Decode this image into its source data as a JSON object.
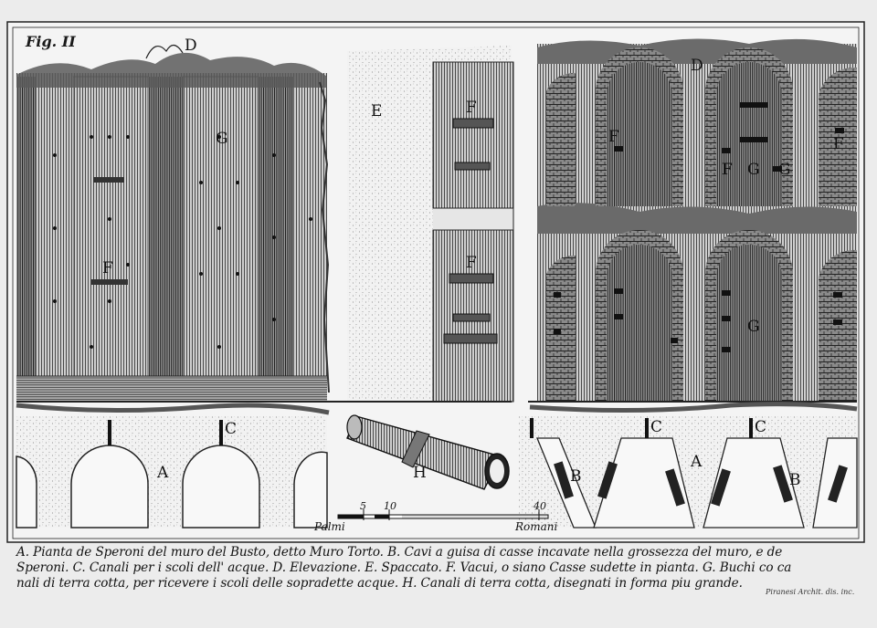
{
  "figure_title": "Fig. II",
  "labels": {
    "A": "A",
    "B": "B",
    "C": "C",
    "D": "D",
    "E": "E",
    "F": "F",
    "G": "G",
    "H": "H"
  },
  "scale": {
    "ticks": [
      "5",
      "10",
      "40"
    ],
    "left_word": "Palmi",
    "right_word": "Romani"
  },
  "caption": {
    "line1": "A. Pianta de Speroni del muro del Busto, detto Muro Torto. B. Cavi a guisa di casse incavate nella grossezza del muro, e de",
    "line2": "Speroni. C. Canali per i scoli dell' acque. D. Elevazione. E. Spaccato. F. Vacui, o siano Casse sudette in pianta. G. Buchi co ca",
    "line3": "nali di terra cotta, per ricevere i scoli delle sopradette acque. H. Canali di terra cotta, disegnati in forma piu grande."
  },
  "signature": "Piranesi Archit. dis. inc."
}
